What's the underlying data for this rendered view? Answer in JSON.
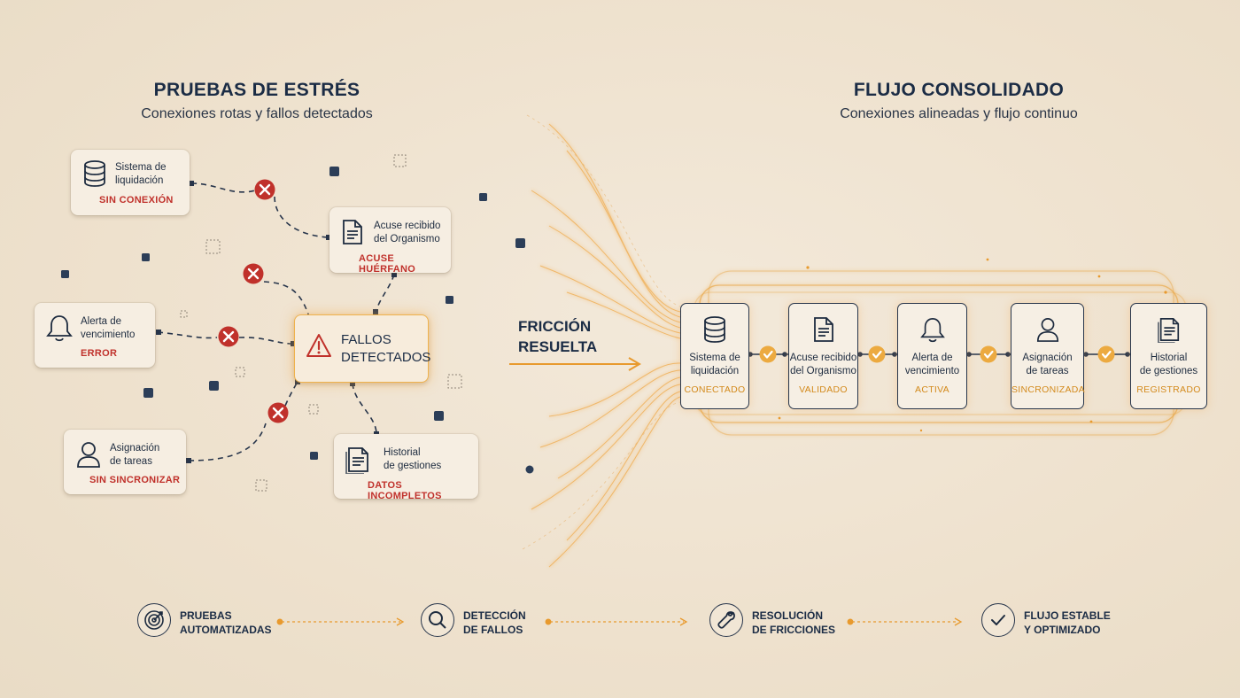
{
  "left_section": {
    "title": "PRUEBAS DE ESTRÉS",
    "subtitle": "Conexiones rotas y fallos detectados"
  },
  "right_section": {
    "title": "FLUJO CONSOLIDADO",
    "subtitle": "Conexiones alineadas y flujo continuo"
  },
  "broken_nodes": [
    {
      "label_1": "Sistema de",
      "label_2": "liquidación",
      "status": "SIN CONEXIÓN",
      "icon": "database-icon"
    },
    {
      "label_1": "Acuse recibido",
      "label_2": "del Organismo",
      "status": "ACUSE HUÉRFANO",
      "icon": "document-icon"
    },
    {
      "label_1": "Alerta de",
      "label_2": "vencimiento",
      "status": "ERROR",
      "icon": "bell-icon"
    },
    {
      "label_1": "Asignación",
      "label_2": "de tareas",
      "status": "SIN SINCRONIZAR",
      "icon": "user-icon"
    },
    {
      "label_1": "Historial",
      "label_2": "de gestiones",
      "status": "DATOS INCOMPLETOS",
      "icon": "records-icon"
    }
  ],
  "center": {
    "line_1": "FALLOS",
    "line_2": "DETECTADOS",
    "icon": "warning-icon"
  },
  "transition": {
    "line_1": "FRICCIÓN",
    "line_2": "RESUELTA"
  },
  "flow_nodes": [
    {
      "label_1": "Sistema de",
      "label_2": "liquidación",
      "status": "CONECTADO",
      "icon": "database-icon"
    },
    {
      "label_1": "Acuse recibido",
      "label_2": "del Organismo",
      "status": "VALIDADO",
      "icon": "document-icon"
    },
    {
      "label_1": "Alerta de",
      "label_2": "vencimiento",
      "status": "ACTIVA",
      "icon": "bell-icon"
    },
    {
      "label_1": "Asignación",
      "label_2": "de tareas",
      "status": "SINCRONIZADA",
      "icon": "user-icon"
    },
    {
      "label_1": "Historial",
      "label_2": "de gestiones",
      "status": "REGISTRADO",
      "icon": "records-icon"
    }
  ],
  "process_steps": [
    {
      "line_1": "PRUEBAS",
      "line_2": "AUTOMATIZADAS",
      "icon": "target-icon"
    },
    {
      "line_1": "DETECCIÓN",
      "line_2": "DE FALLOS",
      "icon": "magnifier-icon"
    },
    {
      "line_1": "RESOLUCIÓN",
      "line_2": "DE FRICCIONES",
      "icon": "wrench-icon"
    },
    {
      "line_1": "FLUJO ESTABLE",
      "line_2": "Y OPTIMIZADO",
      "icon": "check-icon"
    }
  ],
  "colors": {
    "navy": "#1b2c45",
    "error_red": "#c0312b",
    "accent_orange": "#e89a2e",
    "background": "#efe3d1"
  }
}
